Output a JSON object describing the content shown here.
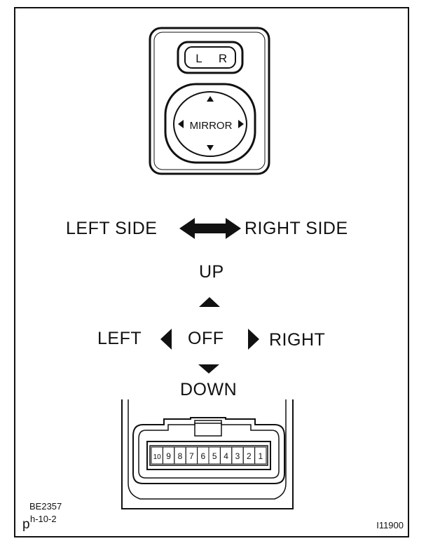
{
  "switch": {
    "lr_left": "L",
    "lr_right": "R",
    "mirror_label": "MIRROR"
  },
  "labels": {
    "left_side": "LEFT SIDE",
    "right_side": "RIGHT SIDE",
    "up": "UP",
    "left": "LEFT",
    "off": "OFF",
    "right": "RIGHT",
    "down": "DOWN"
  },
  "connector": {
    "pins": [
      "10",
      "9",
      "8",
      "7",
      "6",
      "5",
      "4",
      "3",
      "2",
      "1"
    ]
  },
  "footer": {
    "code_1": "BE2357",
    "code_2": "h-10-2",
    "code_2_prefix": "p",
    "figure_id": "I11900"
  }
}
